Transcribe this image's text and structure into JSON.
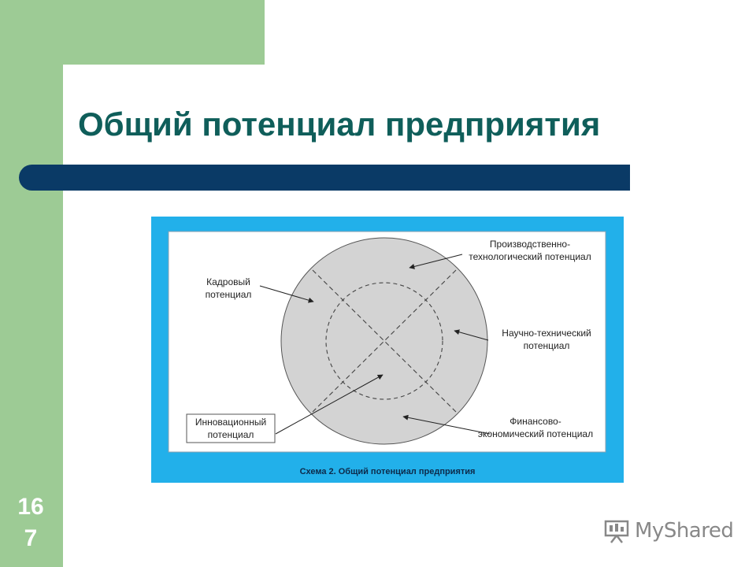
{
  "slide": {
    "title": "Общий потенциал предприятия",
    "number_line1": "16",
    "number_line2": "7"
  },
  "diagram": {
    "labels": {
      "production_line1": "Производственно-",
      "production_line2": "технологический потенциал",
      "personnel_line1": "Кадровый",
      "personnel_line2": "потенциал",
      "scientific_line1": "Научно-технический",
      "scientific_line2": "потенциал",
      "innovation_line1": "Инновационный",
      "innovation_line2": "потенциал",
      "financial_line1": "Финансово-",
      "financial_line2": "экономический потенциал"
    },
    "caption": "Схема 2. Общий потенциал предприятия"
  },
  "watermark": {
    "text": "MyShared",
    "icon": "presentation-board-icon"
  },
  "colors": {
    "green": "#9dcb95",
    "title": "#0f5e5a",
    "bar": "#0a3a66",
    "frame": "#22b0ea",
    "circle": "#d3d3d3"
  }
}
